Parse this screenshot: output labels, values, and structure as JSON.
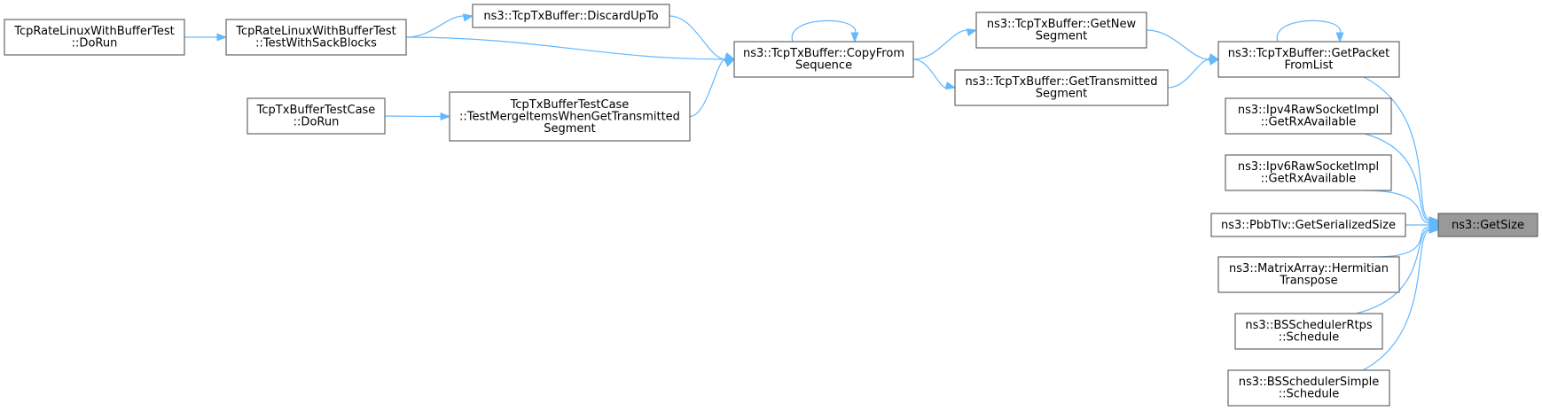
{
  "graph": {
    "edge_color": "#63b8ff",
    "node_border_color": "#666666",
    "highlight_fill": "#999999",
    "nodes": [
      {
        "id": "rate_dorun",
        "lines": [
          "TcpRateLinuxWithBufferTest",
          "::DoRun"
        ]
      },
      {
        "id": "rate_sack",
        "lines": [
          "TcpRateLinuxWithBufferTest",
          "::TestWithSackBlocks"
        ]
      },
      {
        "id": "discard",
        "lines": [
          "ns3::TcpTxBuffer::DiscardUpTo"
        ]
      },
      {
        "id": "txcase_dorun",
        "lines": [
          "TcpTxBufferTestCase",
          "::DoRun"
        ]
      },
      {
        "id": "txcase_merge",
        "lines": [
          "TcpTxBufferTestCase",
          "::TestMergeItemsWhenGetTransmitted",
          "Segment"
        ]
      },
      {
        "id": "copyfrom",
        "lines": [
          "ns3::TcpTxBuffer::CopyFrom",
          "Sequence"
        ]
      },
      {
        "id": "getnew",
        "lines": [
          "ns3::TcpTxBuffer::GetNew",
          "Segment"
        ]
      },
      {
        "id": "gettransmitted",
        "lines": [
          "ns3::TcpTxBuffer::GetTransmitted",
          "Segment"
        ]
      },
      {
        "id": "getpacket",
        "lines": [
          "ns3::TcpTxBuffer::GetPacket",
          "FromList"
        ]
      },
      {
        "id": "ipv4raw",
        "lines": [
          "ns3::Ipv4RawSocketImpl",
          "::GetRxAvailable"
        ]
      },
      {
        "id": "ipv6raw",
        "lines": [
          "ns3::Ipv6RawSocketImpl",
          "::GetRxAvailable"
        ]
      },
      {
        "id": "pbbtlv",
        "lines": [
          "ns3::PbbTlv::GetSerializedSize"
        ]
      },
      {
        "id": "matrix",
        "lines": [
          "ns3::MatrixArray::Hermitian",
          "Transpose"
        ]
      },
      {
        "id": "rtps",
        "lines": [
          "ns3::BSSchedulerRtps",
          "::Schedule"
        ]
      },
      {
        "id": "simple",
        "lines": [
          "ns3::BSSchedulerSimple",
          "::Schedule"
        ]
      },
      {
        "id": "getsize",
        "lines": [
          "ns3::GetSize"
        ],
        "highlight": true
      }
    ],
    "edges": [
      {
        "from": "rate_dorun",
        "to": "rate_sack"
      },
      {
        "from": "rate_sack",
        "to": "discard"
      },
      {
        "from": "rate_sack",
        "to": "copyfrom"
      },
      {
        "from": "discard",
        "to": "copyfrom"
      },
      {
        "from": "txcase_dorun",
        "to": "txcase_merge"
      },
      {
        "from": "txcase_merge",
        "to": "copyfrom"
      },
      {
        "from": "copyfrom",
        "to": "copyfrom"
      },
      {
        "from": "copyfrom",
        "to": "getnew"
      },
      {
        "from": "copyfrom",
        "to": "gettransmitted"
      },
      {
        "from": "getnew",
        "to": "getpacket"
      },
      {
        "from": "gettransmitted",
        "to": "getpacket"
      },
      {
        "from": "getpacket",
        "to": "getpacket"
      },
      {
        "from": "getpacket",
        "to": "getsize"
      },
      {
        "from": "ipv4raw",
        "to": "getsize"
      },
      {
        "from": "ipv6raw",
        "to": "getsize"
      },
      {
        "from": "pbbtlv",
        "to": "getsize"
      },
      {
        "from": "matrix",
        "to": "getsize"
      },
      {
        "from": "rtps",
        "to": "getsize"
      },
      {
        "from": "simple",
        "to": "getsize"
      }
    ]
  }
}
